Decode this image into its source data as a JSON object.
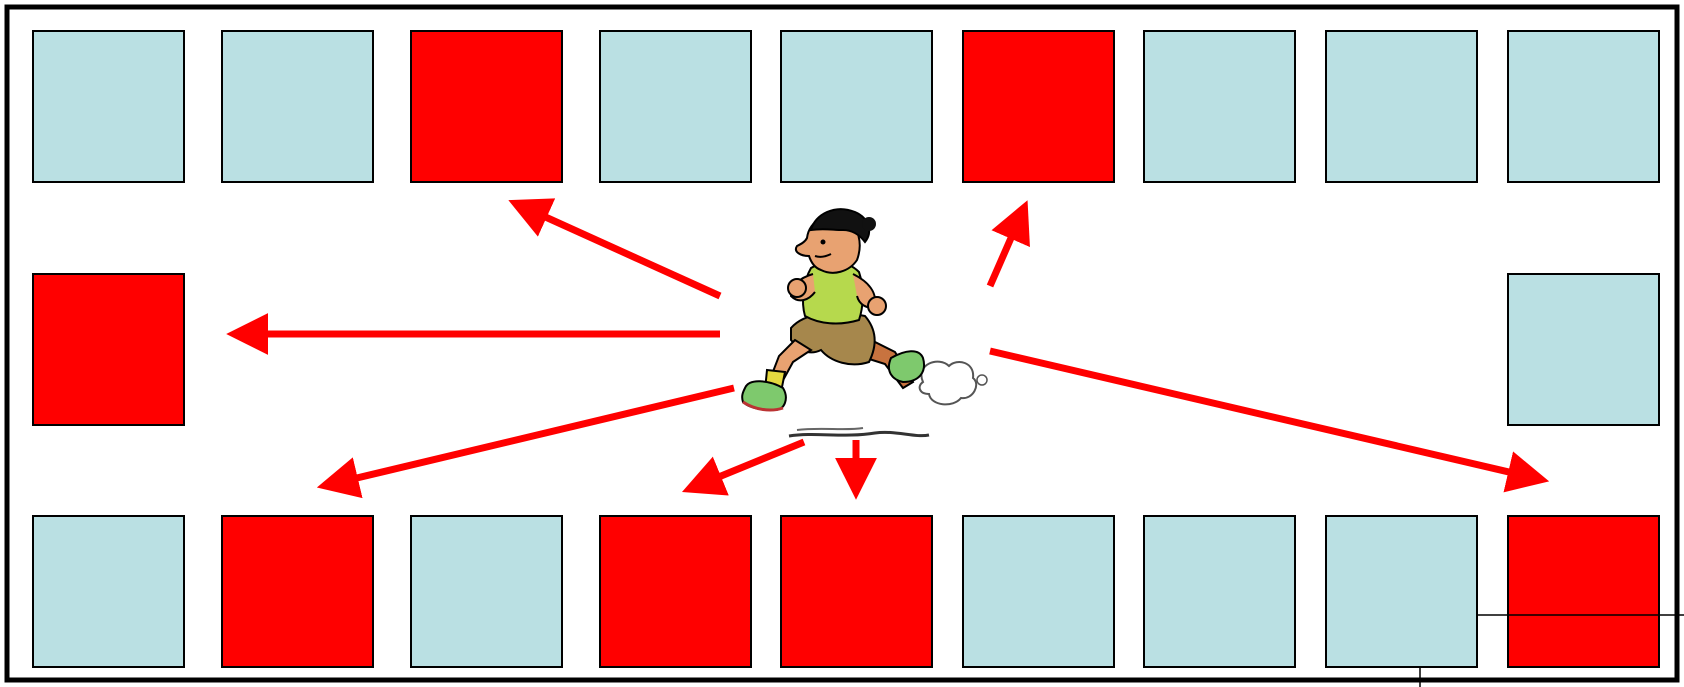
{
  "colors": {
    "idle_cell": "#bae0e3",
    "target_cell": "#ff0000",
    "arrow": "#ff0000",
    "frame": "#000000"
  },
  "icons": {
    "runner": "running-man-cartoon-icon"
  },
  "grid": {
    "top_row": [
      "idle",
      "idle",
      "target",
      "idle",
      "idle",
      "target",
      "idle",
      "idle",
      "idle"
    ],
    "middle_left": "target",
    "middle_right": "idle",
    "bottom_row": [
      "idle",
      "target",
      "idle",
      "target",
      "target",
      "idle",
      "idle",
      "idle",
      "target"
    ]
  }
}
